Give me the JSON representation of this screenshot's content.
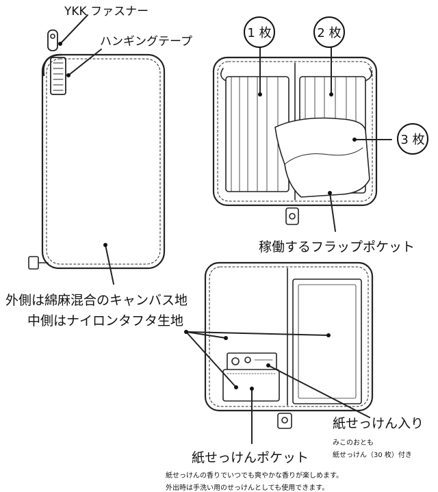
{
  "labels": {
    "ykk": "YKK ファスナー",
    "hanging_tape": "ハンギングテープ",
    "outer": "外側は綿麻混合のキャンバス地",
    "inner": "中側はナイロンタフタ生地",
    "flap_pocket": "稼働するフラップポケット",
    "soap_pocket": "紙せっけんポケット",
    "soap_included": "紙せっけん入り",
    "soap_brand": "みこのおとも",
    "soap_count": "紙せっけん（30 枚）付き",
    "note_line1": "紙せっけんの香りでいつでも爽やかな香りが楽しめます。",
    "note_line2": "外出時は手洗い用のせっけんとしても使用できます。"
  },
  "badges": [
    "1 枚",
    "2 枚",
    "3 枚"
  ]
}
